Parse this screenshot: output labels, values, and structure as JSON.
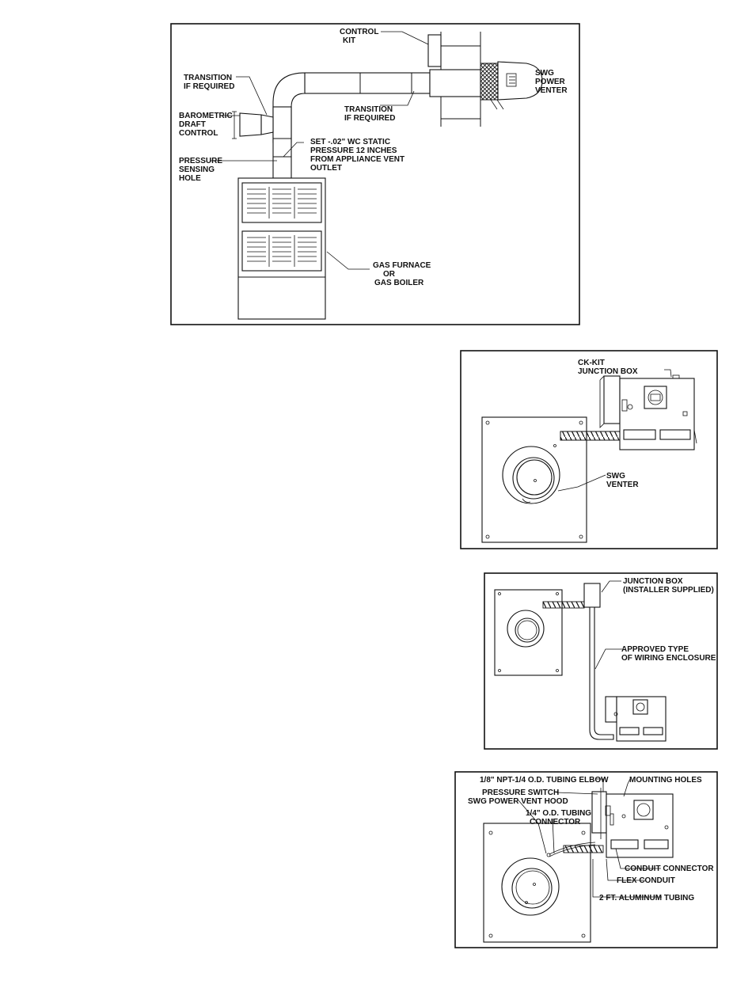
{
  "diagram1": {
    "control_kit": [
      "CONTROL",
      "KIT"
    ],
    "transition_left": [
      "TRANSITION",
      "IF REQUIRED"
    ],
    "barometric": [
      "BAROMETRIC",
      "DRAFT",
      "CONTROL"
    ],
    "pressure_sensing": [
      "PRESSURE",
      "SENSING",
      "HOLE"
    ],
    "set_static": [
      "SET -.02\" WC STATIC",
      "PRESSURE 12 INCHES",
      "FROM APPLIANCE VENT",
      "OUTLET"
    ],
    "transition_right": [
      "TRANSITION",
      "IF REQUIRED"
    ],
    "swg_power_venter": [
      "SWG",
      "POWER",
      "VENTER"
    ],
    "furnace": [
      "GAS FURNACE",
      "OR",
      "GAS BOILER"
    ]
  },
  "diagram2": {
    "ck_kit": [
      "CK-KIT",
      "JUNCTION BOX"
    ],
    "swg_venter": [
      "SWG",
      "VENTER"
    ]
  },
  "diagram3": {
    "junction_box": [
      "JUNCTION BOX",
      "(INSTALLER SUPPLIED)"
    ],
    "wiring": [
      "APPROVED TYPE",
      "OF WIRING ENCLOSURE"
    ]
  },
  "diagram4": {
    "tubing_elbow": "1/8\" NPT-1/4 O.D. TUBING ELBOW",
    "mounting_holes": "MOUNTING HOLES",
    "pressure_switch": "PRESSURE SWITCH",
    "vent_hood": "SWG POWER VENT HOOD",
    "tubing_connector": [
      "1/4\" O.D. TUBING",
      "CONNECTOR"
    ],
    "conduit_connector": "CONDUIT CONNECTOR",
    "flex_conduit": "FLEX CONDUIT",
    "aluminum_tubing": "2 FT. ALUMINUM TUBING"
  }
}
